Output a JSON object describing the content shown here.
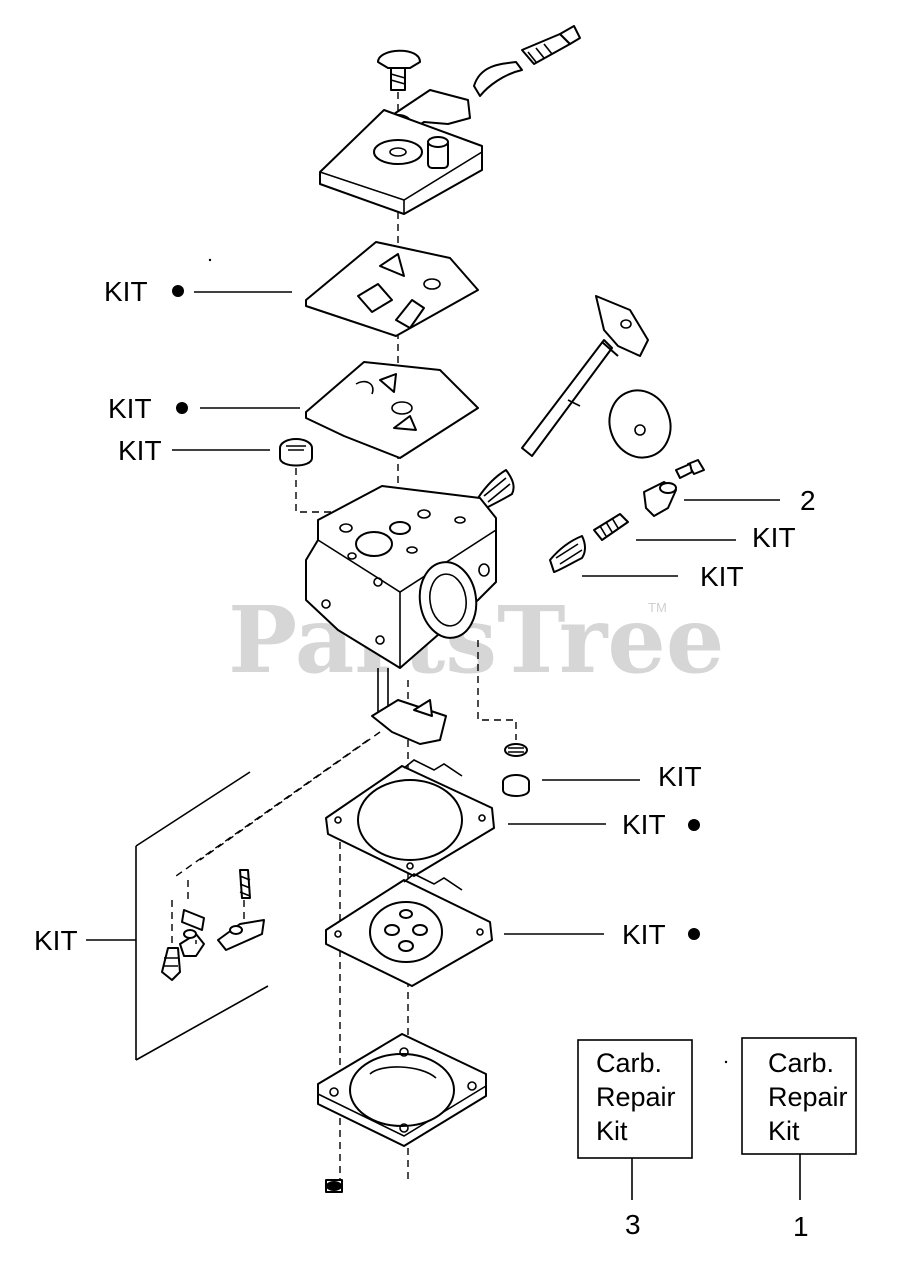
{
  "watermark": {
    "text": "PartsTree",
    "trademark": "TM"
  },
  "callouts": {
    "kit_label": "KIT",
    "item_2": "2",
    "item_3": "3",
    "item_1": "1"
  },
  "kit_boxes": [
    {
      "line1": "Carb.",
      "line2": "Repair",
      "line3": "Kit",
      "ref": "3"
    },
    {
      "line1": "Carb.",
      "line2": "Repair",
      "line3": "Kit",
      "ref": "1"
    }
  ]
}
